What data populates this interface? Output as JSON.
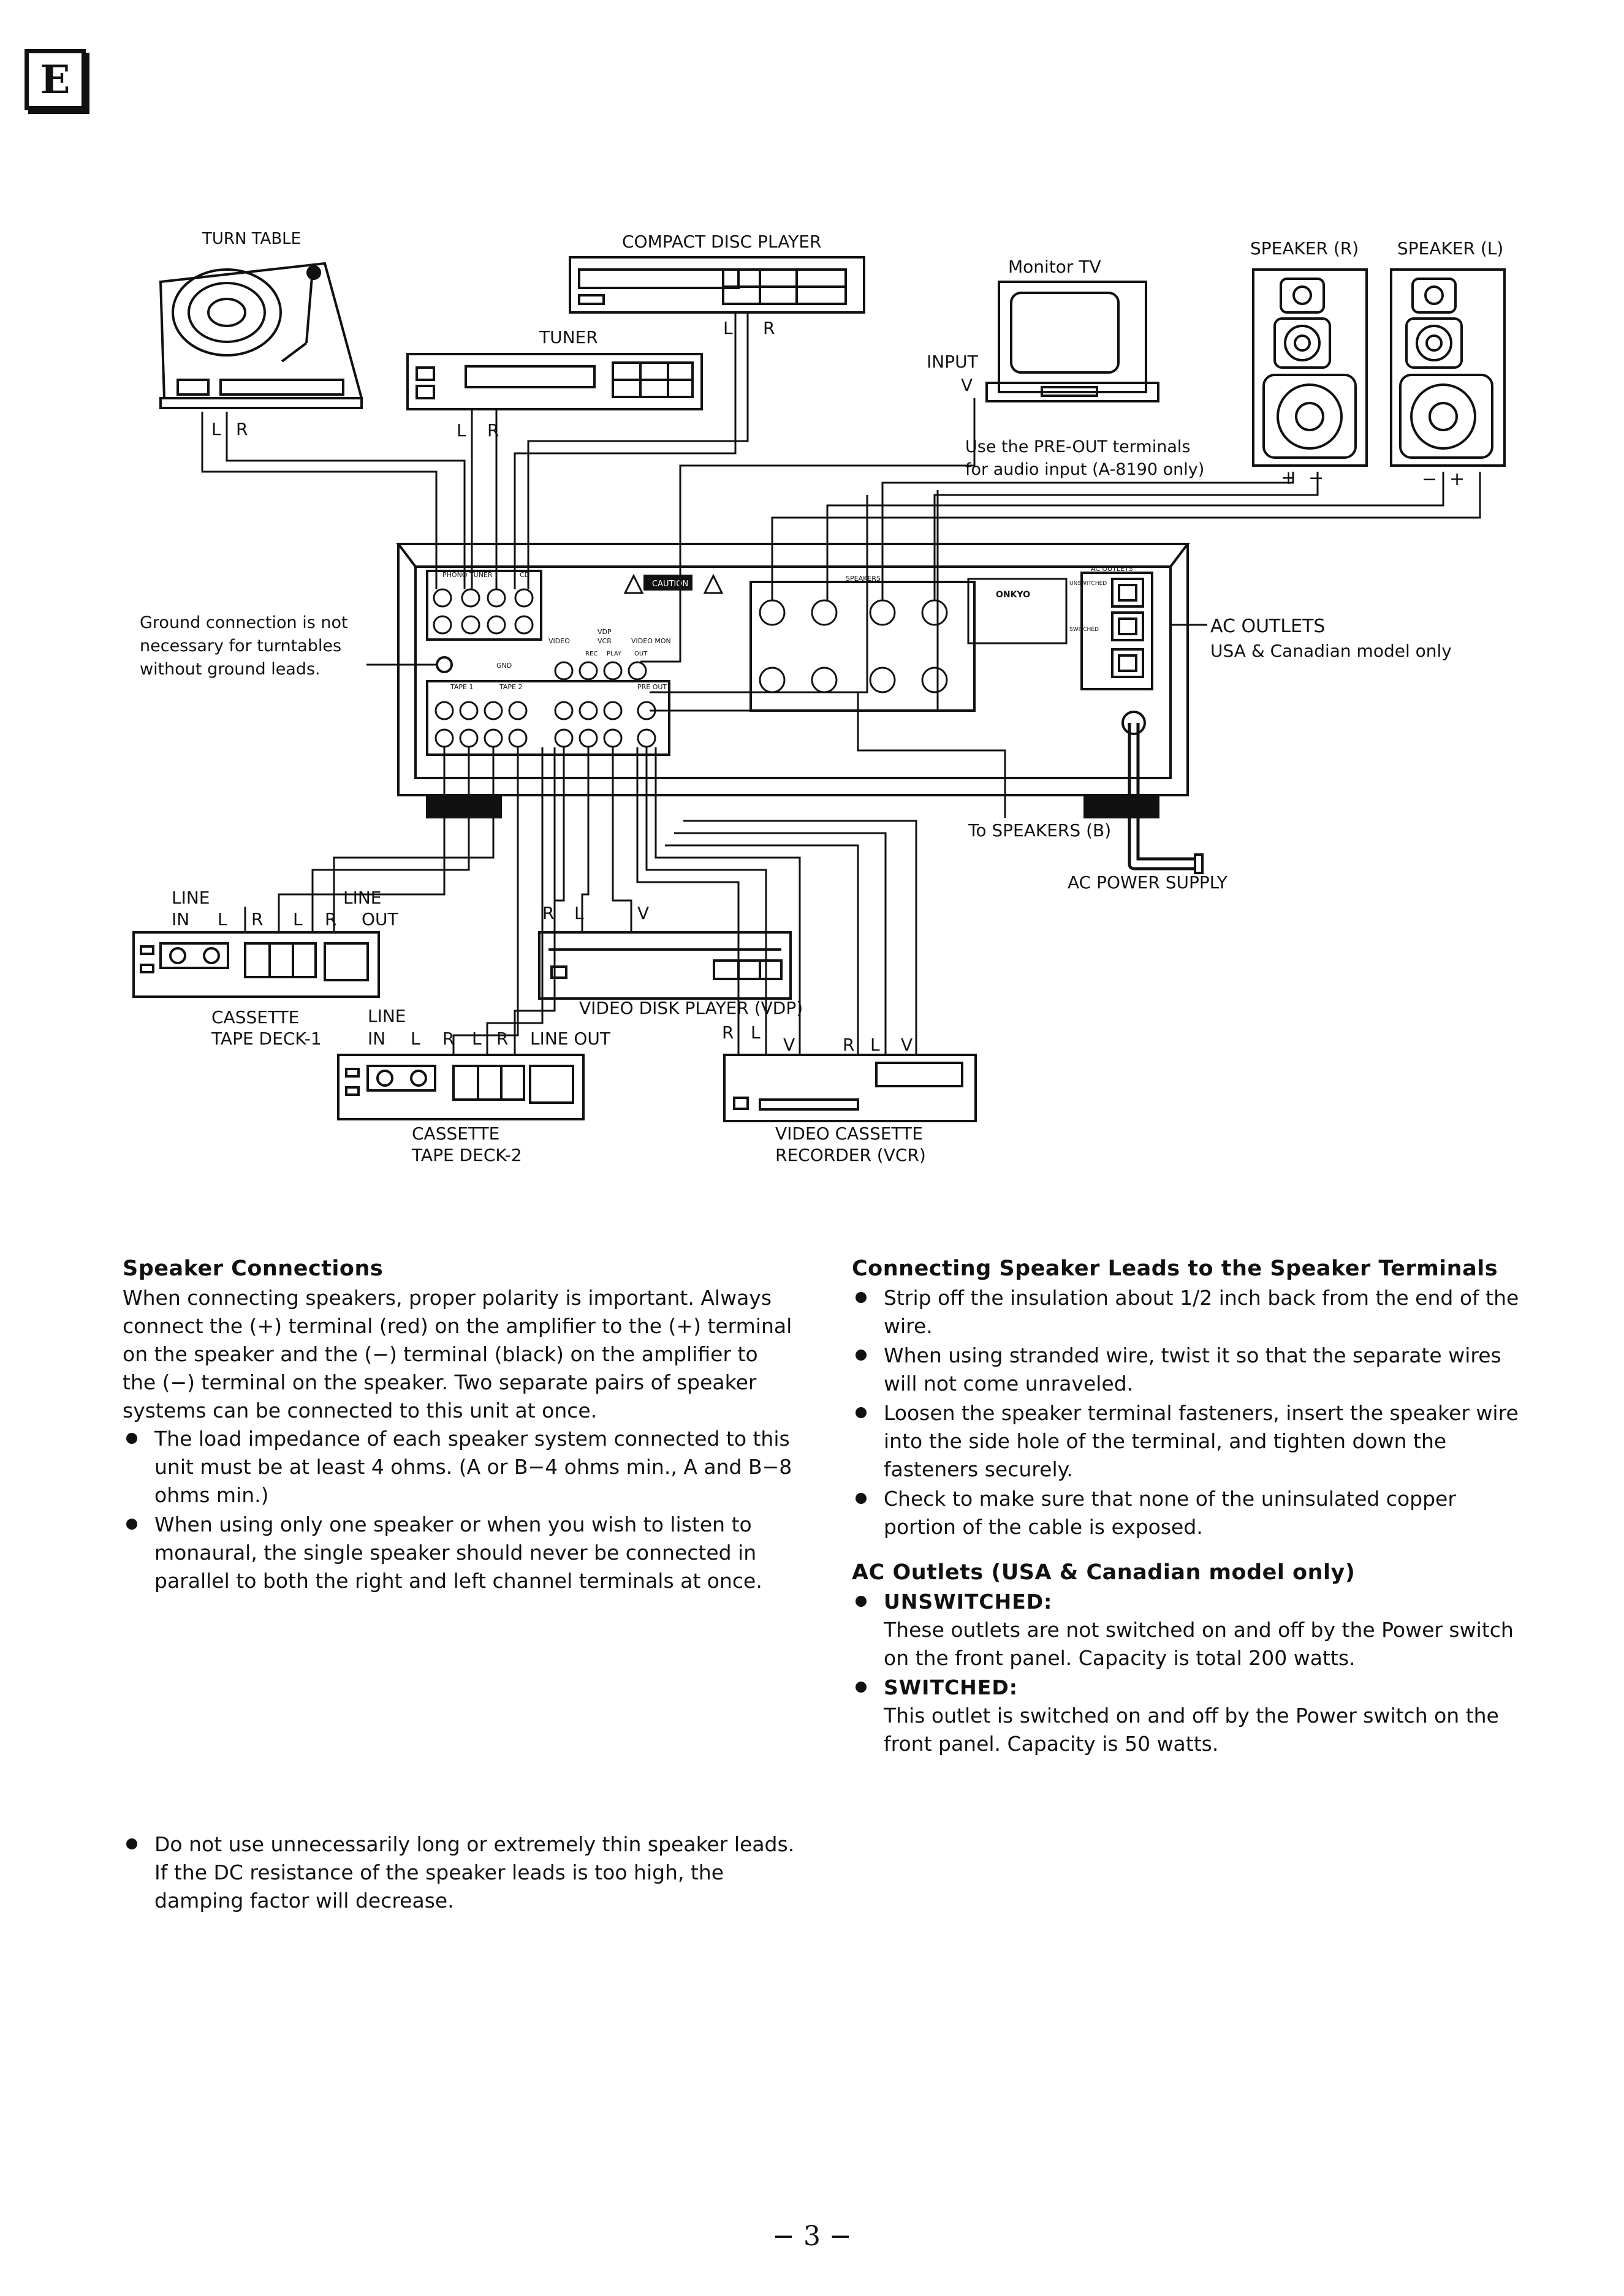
{
  "page_marker": "E",
  "diagram": {
    "turntable": {
      "label": "TURN TABLE",
      "channels": [
        "L",
        "R"
      ]
    },
    "cd_player": {
      "label": "COMPACT DISC PLAYER",
      "channels": [
        "L",
        "R"
      ]
    },
    "tuner": {
      "label": "TUNER",
      "channels": [
        "L",
        "R"
      ]
    },
    "monitor": {
      "label": "Monitor TV",
      "input_label": "INPUT",
      "input_channel": "V"
    },
    "preout_note": [
      "Use the PRE-OUT terminals",
      "for audio input (A-8190 only)"
    ],
    "speaker_r": {
      "label": "SPEAKER (R)",
      "polarity": [
        "+",
        "−"
      ]
    },
    "speaker_l": {
      "label": "SPEAKER (L)",
      "polarity": [
        "−",
        "+"
      ]
    },
    "ground_note": [
      "Ground connection is not",
      "necessary for turntables",
      "without ground leads."
    ],
    "ac_outlets": {
      "label": "AC OUTLETS",
      "sub": "USA & Canadian model only"
    },
    "to_speakers_b": "To SPEAKERS (B)",
    "ac_power": "AC POWER SUPPLY",
    "amp_labels": {
      "caution": "CAUTION",
      "brand": "ONKYO",
      "phono_tuner": "PHONO  TUNER",
      "cd": "CD",
      "gnd": "GND",
      "video": "VIDEO",
      "vdp": "VDP",
      "vcr": "VCR",
      "video_mon": "VIDEO MON",
      "rec": "REC",
      "play": "PLAY",
      "out": "OUT",
      "tape1": "TAPE 1",
      "tape2": "TAPE 2",
      "pre_out": "PRE OUT",
      "speakers": "SPEAKERS",
      "unswitched": "UNSWITCHED",
      "switched": "SWITCHED",
      "ac_outlets_small": "AC OUTLETS"
    },
    "deck1": {
      "line_in": [
        "LINE",
        "IN"
      ],
      "line_out": [
        "LINE",
        "OUT"
      ],
      "channels": [
        "L",
        "R",
        "L",
        "R"
      ],
      "label": [
        "CASSETTE",
        "TAPE DECK-1"
      ]
    },
    "deck2": {
      "line_in": [
        "LINE",
        "IN"
      ],
      "line_out": "LINE OUT",
      "channels": [
        "L",
        "R",
        "L",
        "R"
      ],
      "label": [
        "CASSETTE",
        "TAPE DECK-2"
      ]
    },
    "vdp": {
      "channels": [
        "R",
        "L",
        "V"
      ],
      "label": "VIDEO DISK PLAYER (VDP)"
    },
    "vcr": {
      "channels": [
        "R",
        "L",
        "V",
        "R",
        "L",
        "V"
      ],
      "label": [
        "VIDEO CASSETTE",
        "RECORDER (VCR)"
      ]
    },
    "small_speaker_polarity": [
      "+",
      "−",
      "−",
      "+"
    ]
  },
  "speaker_connections": {
    "heading": "Speaker Connections",
    "intro": "When connecting speakers, proper polarity is important. Always connect the (+) terminal (red) on the amplifier to the (+) terminal on the speaker and the (−) terminal (black) on the amplifier to the (−) terminal on the speaker. Two separate pairs of speaker systems can be connected to this unit at once.",
    "bullets": [
      "The load impedance of each speaker system connected to this unit must be at least 4 ohms. (A or B−4 ohms min., A and B−8 ohms min.)",
      "When using only one speaker or when you wish to listen to monaural, the single speaker should never be connected in parallel to both the right and left channel terminals at once."
    ],
    "last_bullet": "Do not use unnecessarily long or extremely thin speaker leads. If the DC resistance of the speaker leads is too high, the damping factor will decrease."
  },
  "speaker_leads": {
    "heading": "Connecting Speaker Leads to the Speaker Terminals",
    "bullets": [
      "Strip off the insulation about 1/2 inch back from the end of the wire.",
      "When using stranded wire, twist it so that the separate wires will not come unraveled.",
      "Loosen the speaker terminal fasteners, insert the speaker wire into the side hole of the terminal, and tighten down the fasteners securely.",
      "Check to make sure that none of the uninsulated copper portion of the cable is exposed."
    ]
  },
  "ac_outlets_section": {
    "heading": "AC Outlets (USA & Canadian model only)",
    "items": [
      {
        "title": "UNSWITCHED:",
        "text": "These outlets are not switched on and off by the Power switch on the front panel. Capacity is total 200 watts."
      },
      {
        "title": "SWITCHED:",
        "text": "This outlet is switched on and off by the Power switch on the front panel. Capacity is 50 watts."
      }
    ]
  },
  "page_number": "− 3 −"
}
